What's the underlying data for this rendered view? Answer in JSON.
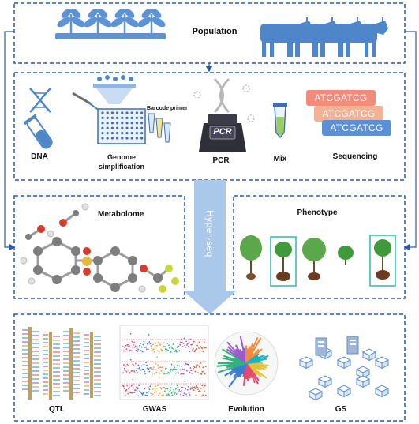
{
  "top": {
    "population_label": "Population"
  },
  "lab": {
    "dna_label": "DNA",
    "genome_label_line1": "Genome",
    "genome_label_line2": "simplification",
    "barcode_label": "Barcode primer",
    "pcr_label": "PCR",
    "pcr_device_text": "PCR",
    "mix_label": "Mix",
    "sequencing_label": "Sequencing",
    "seq_reads": [
      "ATCGATCG",
      "ATCGATCG",
      "ATCGATCG"
    ]
  },
  "middle": {
    "metabolome_label": "Metabolome",
    "phenotype_label": "Phenotype",
    "hyperseq_label": "Hyper-seq"
  },
  "bottom": {
    "qtl_label": "QTL",
    "gwas_label": "GWAS",
    "evolution_label": "Evolution",
    "gs_label": "GS"
  },
  "colors": {
    "frame_dash": "#2b5aa8",
    "plant_blue": "#5c93d6",
    "cow_blue": "#4f86c9",
    "arrow_light": "#a9c8ea",
    "seq_card_1": "#f28b7a",
    "seq_card_2": "#f4b294",
    "seq_card_3": "#5b8fd6"
  }
}
